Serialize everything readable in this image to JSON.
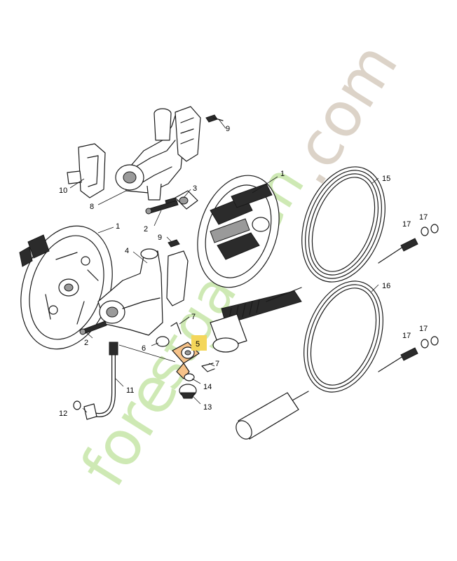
{
  "diagram": {
    "highlight_color": "#f4d65a",
    "watermark": {
      "part1": "fore",
      "part2": "stgarden",
      "part3": ".com",
      "colors": [
        "#c6e6a8",
        "#e8a24a",
        "#d9cfc3"
      ]
    },
    "labels": {
      "p1a": "1",
      "p1b": "1",
      "p2a": "2",
      "p2b": "2",
      "p3": "3",
      "p4": "4",
      "p5": "5",
      "p6": "6",
      "p7a": "7",
      "p7b": "7",
      "p8": "8",
      "p9a": "9",
      "p9b": "9",
      "p10": "10",
      "p11": "11",
      "p12": "12",
      "p13": "13",
      "p14": "14",
      "p15": "15",
      "p16": "16",
      "p17a": "17",
      "p17b": "17",
      "p17c": "17",
      "p17d": "17"
    }
  }
}
